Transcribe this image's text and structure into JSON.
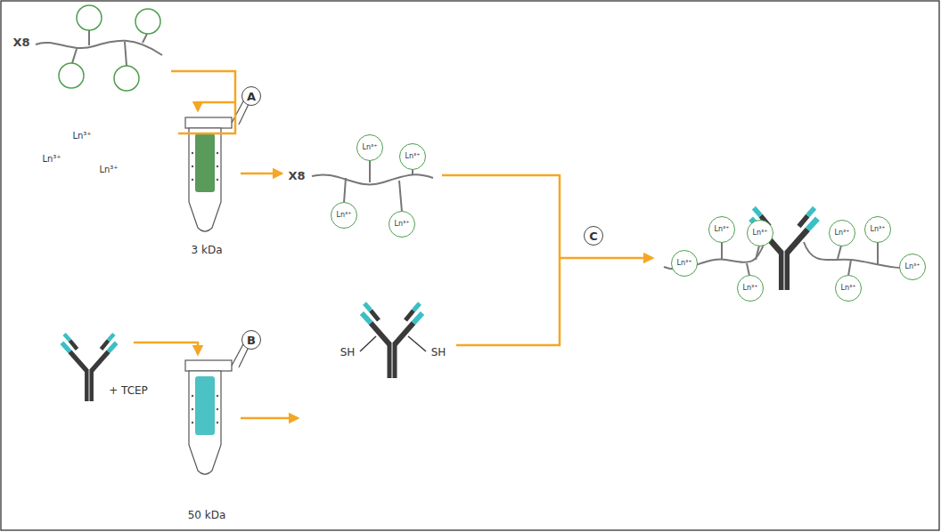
{
  "diagram": {
    "nodes": [
      {
        "text": [
          "A"
        ]
      },
      {
        "text": [
          "Ln³⁺"
        ]
      },
      {
        "text": [
          "Ln³⁺"
        ]
      },
      {
        "text": [
          "Ln³⁺"
        ]
      },
      {
        "text": [
          "Ln³⁺"
        ]
      },
      {
        "text": [
          "B"
        ]
      },
      {
        "text": [
          "C"
        ]
      },
      {
        "text": [
          "Ln³⁺"
        ]
      },
      {
        "text": [
          "Ln³⁺"
        ]
      },
      {
        "text": [
          "Ln³⁺"
        ]
      },
      {
        "text": [
          "Ln³⁺"
        ]
      },
      {
        "text": [
          "Ln³⁺"
        ]
      },
      {
        "text": [
          "Ln³⁺"
        ]
      },
      {
        "text": [
          "Ln³⁺"
        ]
      },
      {
        "text": [
          "Ln³⁺"
        ]
      }
    ],
    "labels": [
      "X8",
      "Ln³⁺",
      "Ln³⁺",
      "Ln³⁺",
      "3 kDa",
      "X8",
      "+ TCEP",
      "50 kDa",
      "SH",
      "SH"
    ]
  }
}
